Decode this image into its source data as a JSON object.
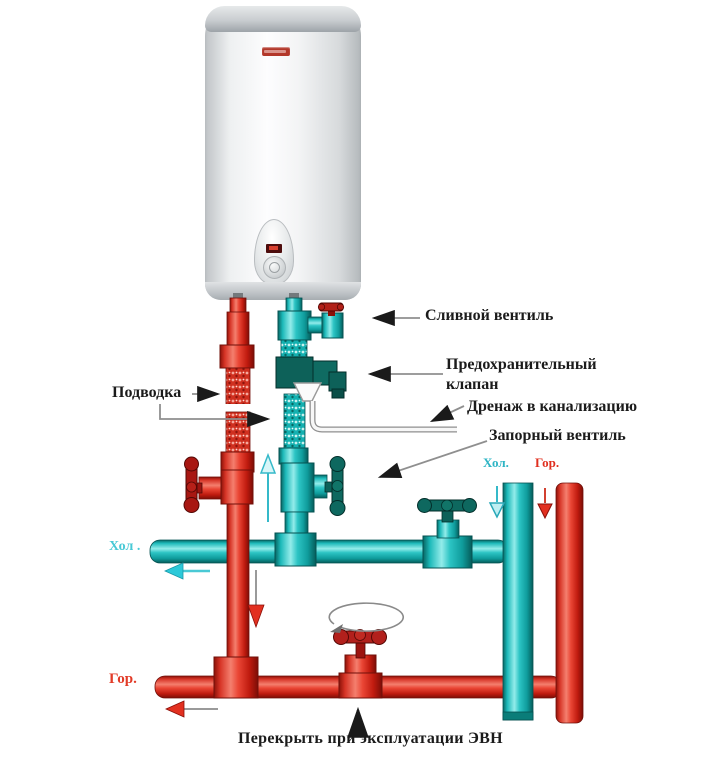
{
  "diagram": {
    "title_hint": "electric storage water heater piping scheme",
    "labels": {
      "supply": "Подводка",
      "drain_valve": "Сливной вентиль",
      "safety_valve": "Предохранительный\nклапан",
      "drainage": "Дренаж в канализацию",
      "shutoff_valve": "Запорный вентиль",
      "cold_left": "Хол .",
      "hot_left": "Гор.",
      "cold_right": "Хол.",
      "hot_right": "Гор.",
      "bottom_note": "Перекрыть при эксплуатации ЭВН"
    },
    "colors": {
      "hot_pipe": "#e02818",
      "cold_pipe": "#14b8b8",
      "dark_teal_fittings": "#0d6159",
      "dark_red_handles": "#9c1410",
      "label_black": "#1b1b1b",
      "label_cold": "#49c9d6",
      "label_hot": "#e23b28",
      "heater_body": "#f2f3f4",
      "heater_cap": "#b9bec2"
    }
  }
}
